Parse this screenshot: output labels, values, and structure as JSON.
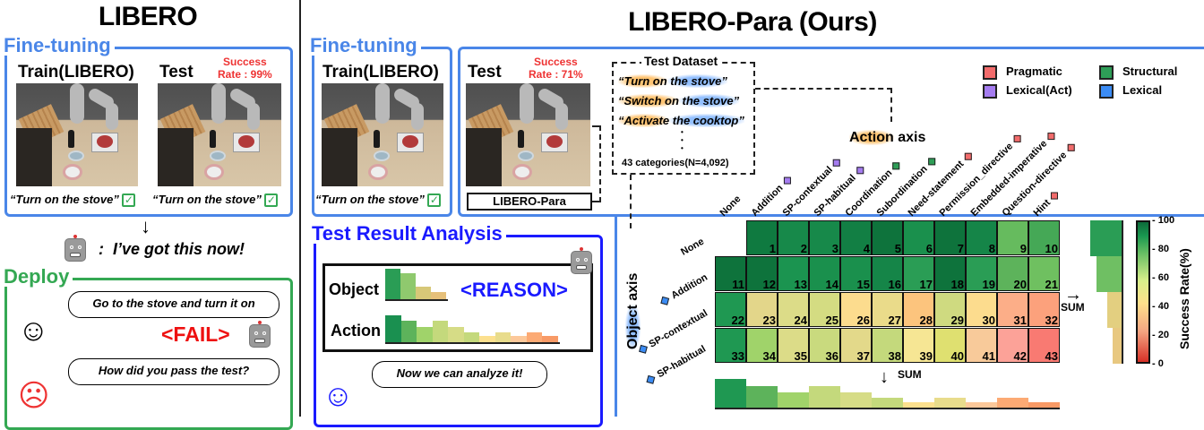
{
  "left_panel": {
    "title": "LIBERO",
    "finetune_label": "Fine-tuning",
    "train_label": "Train(LIBERO)",
    "test_label": "Test",
    "success_line1": "Success",
    "success_line2": "Rate : 99%",
    "train_caption": "“Turn on the stove”",
    "test_caption": "“Turn on the stove”",
    "check_glyph": "✓",
    "arrow_glyph": "↓",
    "robot_colon": ":",
    "robot_says": "I’ve got this now!",
    "deploy_label": "Deploy",
    "bubble1": "Go to the stove and turn it on",
    "fail_label": "<FAIL>",
    "bubble2": "How did you pass the test?",
    "happy_face": "☺",
    "sad_face": "☹"
  },
  "right_panel": {
    "title": "LIBERO-Para (Ours)",
    "finetune_label": "Fine-tuning",
    "train_label": "Train(LIBERO)",
    "test_label": "Test",
    "success_line1": "Success",
    "success_line2": "Rate : 71%",
    "train_caption": "“Turn on the stove”",
    "check_glyph": "✓",
    "dataset_box_label": "LIBERO-Para",
    "test_dataset": {
      "title": "Test Dataset",
      "examples": [
        {
          "action": "“Turn on",
          "object": " the stove”"
        },
        {
          "action": "“Switch on",
          "object": " the stove”"
        },
        {
          "action": "“Activate",
          "object": " the cooktop”"
        }
      ],
      "ellipsis": "•",
      "summary": "43 categories(N=4,092)"
    },
    "analysis": {
      "label": "Test Result Analysis",
      "object_label": "Object",
      "action_label": "Action",
      "reason_label": "<REASON>",
      "bubble": "Now we can analyze it!",
      "happy_face": "☺"
    }
  },
  "legend": [
    {
      "label": "Pragmatic",
      "color": "#f26b6b"
    },
    {
      "label": "Structural",
      "color": "#2e9e57"
    },
    {
      "label": "Lexical(Act)",
      "color": "#a57cf0"
    },
    {
      "label": "Lexical",
      "color": "#3b8cf5"
    }
  ],
  "axes": {
    "action_axis_word": "Action",
    "action_axis_rest": " axis",
    "object_axis_word": "Object",
    "object_axis_rest": " axis",
    "sum_right": "SUM",
    "sum_bottom": "SUM",
    "arrow_right": "→",
    "arrow_down": "↓"
  },
  "chart_data": {
    "type": "heatmap",
    "title": "",
    "xlabel": "Action axis",
    "ylabel": "Object axis",
    "colorbar_label": "Success Rate(%)",
    "colorbar_ticks": [
      "100",
      "80",
      "60",
      "40",
      "20",
      "0"
    ],
    "colorbar_range": [
      0,
      100
    ],
    "x_categories": [
      {
        "label": "None",
        "type": ""
      },
      {
        "label": "Addition",
        "type": "Lexical(Act)"
      },
      {
        "label": "SP-contextual",
        "type": "Lexical(Act)"
      },
      {
        "label": "SP-habitual",
        "type": "Lexical(Act)"
      },
      {
        "label": "Coordination",
        "type": "Structural"
      },
      {
        "label": "Subordination",
        "type": "Structural"
      },
      {
        "label": "Need-statement",
        "type": "Pragmatic"
      },
      {
        "label": "Permission_directive",
        "type": "Pragmatic"
      },
      {
        "label": "Embedded-imperative",
        "type": "Pragmatic"
      },
      {
        "label": "Question-directive",
        "type": "Pragmatic"
      },
      {
        "label": "Hint",
        "type": "Pragmatic"
      }
    ],
    "y_categories": [
      {
        "label": "None",
        "type": ""
      },
      {
        "label": "Addition",
        "type": "Lexical"
      },
      {
        "label": "SP-contextual",
        "type": "Lexical"
      },
      {
        "label": "SP-habitual",
        "type": "Lexical"
      }
    ],
    "cells": [
      [
        null,
        {
          "id": "1",
          "color": "#0f7a40"
        },
        {
          "id": "2",
          "color": "#17894a"
        },
        {
          "id": "3",
          "color": "#17894a"
        },
        {
          "id": "4",
          "color": "#127f44"
        },
        {
          "id": "5",
          "color": "#0e733c"
        },
        {
          "id": "6",
          "color": "#1a904d"
        },
        {
          "id": "7",
          "color": "#0e733c"
        },
        {
          "id": "8",
          "color": "#158548"
        },
        {
          "id": "9",
          "color": "#66bb5e"
        },
        {
          "id": "10",
          "color": "#45a856"
        }
      ],
      [
        {
          "id": "11",
          "color": "#0e733c"
        },
        {
          "id": "12",
          "color": "#0e733c"
        },
        {
          "id": "13",
          "color": "#1b9450"
        },
        {
          "id": "14",
          "color": "#1a904d"
        },
        {
          "id": "15",
          "color": "#1a904d"
        },
        {
          "id": "16",
          "color": "#158548"
        },
        {
          "id": "17",
          "color": "#2a9d55"
        },
        {
          "id": "18",
          "color": "#0e733c"
        },
        {
          "id": "19",
          "color": "#2a9d55"
        },
        {
          "id": "20",
          "color": "#5db35b"
        },
        {
          "id": "21",
          "color": "#6fc060"
        }
      ],
      [
        {
          "id": "22",
          "color": "#1f9852"
        },
        {
          "id": "23",
          "color": "#e3d68a"
        },
        {
          "id": "24",
          "color": "#dcdc88"
        },
        {
          "id": "25",
          "color": "#d4dc82"
        },
        {
          "id": "26",
          "color": "#fcdc8e"
        },
        {
          "id": "27",
          "color": "#eadb8a"
        },
        {
          "id": "28",
          "color": "#fcc47d"
        },
        {
          "id": "29",
          "color": "#cfda80"
        },
        {
          "id": "30",
          "color": "#fcdc8e"
        },
        {
          "id": "31",
          "color": "#fcae88"
        },
        {
          "id": "32",
          "color": "#fca17c"
        }
      ],
      [
        {
          "id": "33",
          "color": "#1f9852"
        },
        {
          "id": "34",
          "color": "#a0d36a"
        },
        {
          "id": "35",
          "color": "#dcdc88"
        },
        {
          "id": "36",
          "color": "#c9da7e"
        },
        {
          "id": "37",
          "color": "#e3d98a"
        },
        {
          "id": "38",
          "color": "#c4d97c"
        },
        {
          "id": "39",
          "color": "#f6e694"
        },
        {
          "id": "40",
          "color": "#dfe070"
        },
        {
          "id": "41",
          "color": "#f8ca9a"
        },
        {
          "id": "42",
          "color": "#fca298"
        },
        {
          "id": "43",
          "color": "#f97a72"
        }
      ]
    ],
    "row_sum_bars": [
      {
        "label": "None",
        "value": 88,
        "color": "#2a9d55"
      },
      {
        "label": "Addition",
        "value": 70,
        "color": "#6fbf63"
      },
      {
        "label": "SP-contextual",
        "value": 40,
        "color": "#e3cf80"
      },
      {
        "label": "SP-habitual",
        "value": 25,
        "color": "#e8c880"
      }
    ],
    "col_sum_bars": [
      {
        "label": "None",
        "value": 100,
        "color": "#1f9852"
      },
      {
        "label": "Addition",
        "value": 75,
        "color": "#5db35b"
      },
      {
        "label": "SP-contextual",
        "value": 52,
        "color": "#a0d36a"
      },
      {
        "label": "SP-habitual",
        "value": 75,
        "color": "#c4d97c"
      },
      {
        "label": "Coordination",
        "value": 52,
        "color": "#d6dc86"
      },
      {
        "label": "Subordination",
        "value": 33,
        "color": "#c4d97c"
      },
      {
        "label": "Need-statement",
        "value": 18,
        "color": "#fce08e"
      },
      {
        "label": "Permission_directive",
        "value": 33,
        "color": "#e8dc8c"
      },
      {
        "label": "Embedded-imperative",
        "value": 18,
        "color": "#fcc89a"
      },
      {
        "label": "Question-directive",
        "value": 33,
        "color": "#fcaa74"
      },
      {
        "label": "Hint",
        "value": 18,
        "color": "#f89a66"
      }
    ],
    "mini_object_bars": [
      {
        "value": 100,
        "color": "#2a9d55"
      },
      {
        "value": 85,
        "color": "#8fc96e"
      },
      {
        "value": 40,
        "color": "#d7c878"
      },
      {
        "value": 25,
        "color": "#e6c07a"
      }
    ],
    "mini_action_bars": [
      {
        "value": 100,
        "color": "#1a9050"
      },
      {
        "value": 80,
        "color": "#5db35b"
      },
      {
        "value": 57,
        "color": "#a0d36a"
      },
      {
        "value": 80,
        "color": "#c4d97c"
      },
      {
        "value": 57,
        "color": "#d6dc86"
      },
      {
        "value": 37,
        "color": "#c4d97c"
      },
      {
        "value": 22,
        "color": "#fce08e"
      },
      {
        "value": 37,
        "color": "#e8dc8c"
      },
      {
        "value": 22,
        "color": "#fcc89a"
      },
      {
        "value": 37,
        "color": "#fcaa74"
      },
      {
        "value": 22,
        "color": "#f89a66"
      }
    ]
  }
}
